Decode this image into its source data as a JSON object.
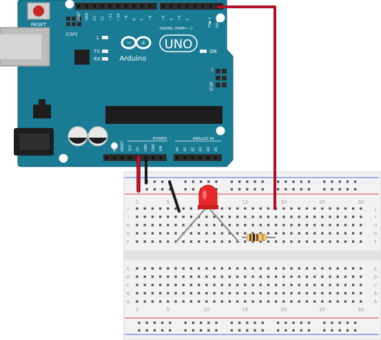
{
  "board": {
    "reset_label": "RESET",
    "icsp2_label": "ICSP2",
    "aref_label": "AREF",
    "gnd_label": "GND",
    "digital_label": "DIGITAL (PWM= ~)",
    "tx_label": "TX",
    "rx_label": "RX",
    "l_label": "L",
    "on_label": "ON",
    "icsp_label": "ICSP",
    "icsp_pin1": "1",
    "logo_text": "Arduino",
    "uno_text": "UNO",
    "power_label": "POWER",
    "analog_label": "ANALOG IN",
    "tx_pin_label": "TX▶ 1",
    "rx_pin_label": "RX◀ 0",
    "digital_pins": [
      "13",
      "12",
      "~11",
      "~10",
      "~9",
      "8",
      "7",
      "~6",
      "~5",
      "4",
      "~3",
      "2"
    ],
    "power_pins": [
      "IOREF",
      "RESET",
      "3V3",
      "5V",
      "GND",
      "GND",
      "VIN"
    ],
    "analog_pins": [
      "A0",
      "A1",
      "A2",
      "A3",
      "A4",
      "A5"
    ]
  },
  "breadboard": {
    "col_numbers": [
      "1",
      "5",
      "10",
      "15",
      "20",
      "25",
      "30"
    ],
    "row_letters_top": [
      "J",
      "I",
      "H",
      "G",
      "F"
    ],
    "row_letters_bottom": [
      "E",
      "D",
      "C",
      "B",
      "A"
    ]
  },
  "colors": {
    "board": "#1a7b94",
    "board_dark": "#0f5f74",
    "header": "#2b2b2b",
    "wire_red": "#c8102e",
    "wire_black": "#1a1a1a",
    "led": "#e8272a",
    "breadboard": "#f2f2f2",
    "rail_red": "#e03c3c",
    "rail_blue": "#3b6ee0"
  }
}
